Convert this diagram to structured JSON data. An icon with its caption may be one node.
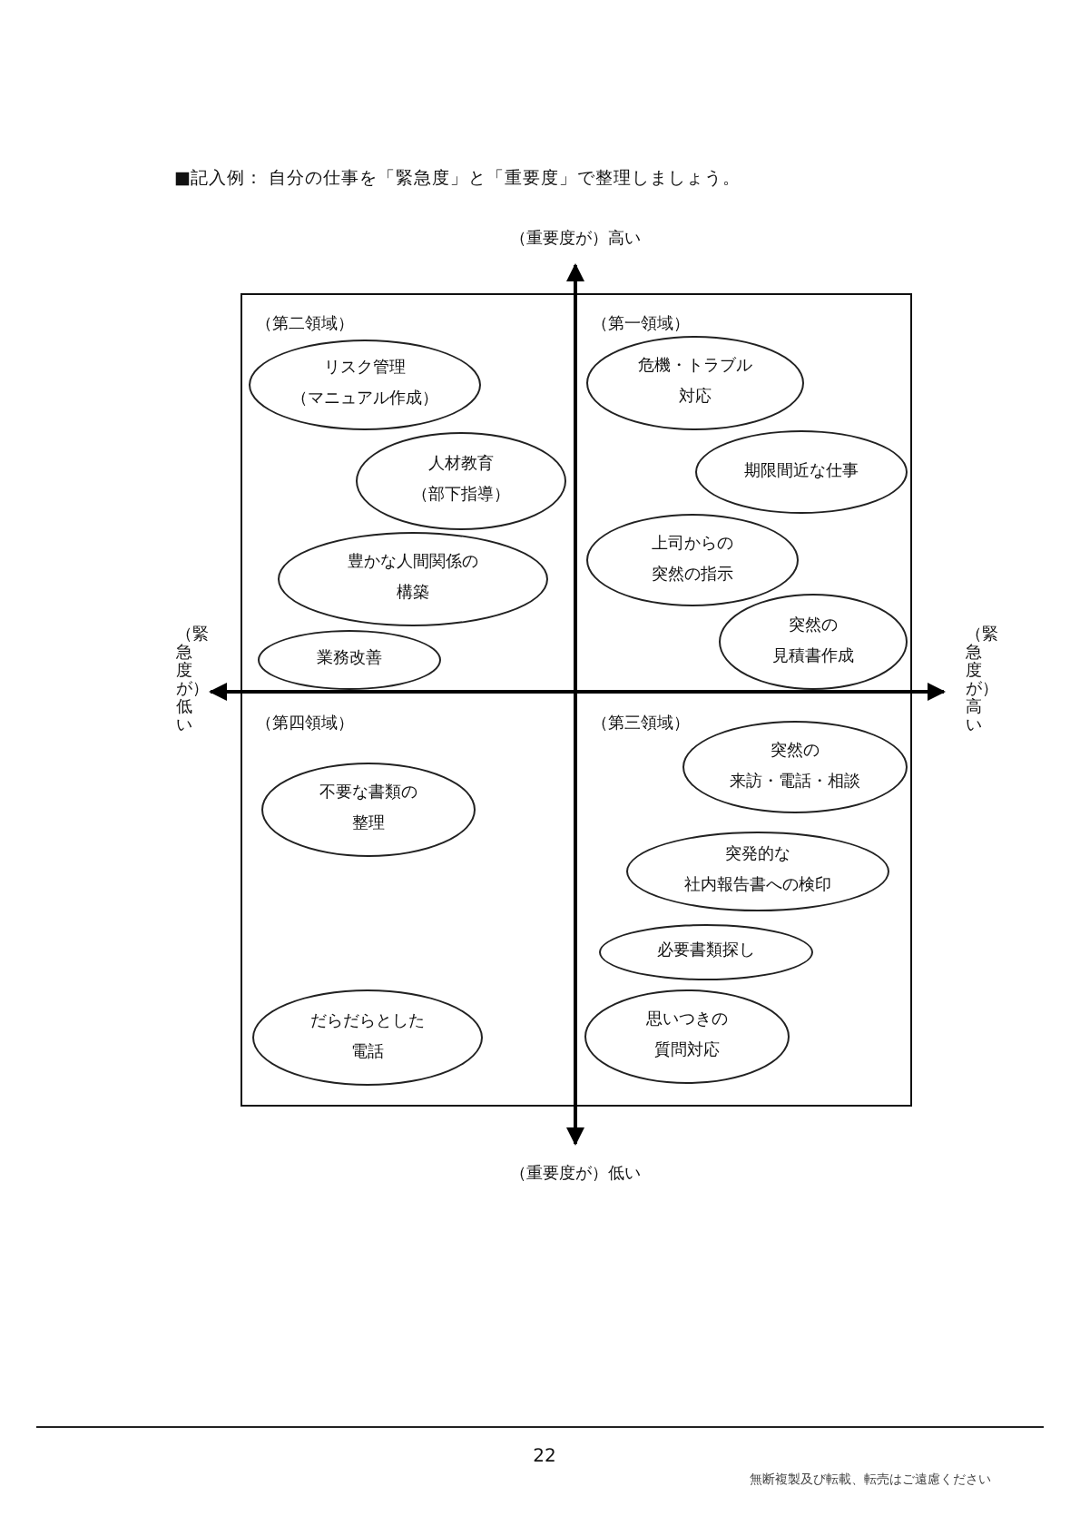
{
  "diagram": {
    "title": "■記入例： 自分の仕事を「緊急度」と「重要度」で整理しましょう。",
    "nodes": [
      {
        "text": [
          "リスク管理（マニュアル作成）"
        ]
      },
      {
        "text": [
          "人材教育（部下指導）"
        ]
      },
      {
        "text": [
          "豊かな人間関係の構築"
        ]
      },
      {
        "text": [
          "業務改善"
        ]
      },
      {
        "text": [
          "危機・トラブル対応"
        ]
      },
      {
        "text": [
          "期限間近な仕事"
        ]
      },
      {
        "text": [
          "上司からの突然の指示"
        ]
      },
      {
        "text": [
          "突然の見積書作成"
        ]
      },
      {
        "text": [
          "突然の来訪・電話・相談"
        ]
      },
      {
        "text": [
          "突発的な社内報告書への検印"
        ]
      },
      {
        "text": [
          "必要書類探し"
        ]
      },
      {
        "text": [
          "思いつきの質問対応"
        ]
      },
      {
        "text": [
          "不要な書類の整理"
        ]
      },
      {
        "text": [
          "だらだらとした電話"
        ]
      }
    ],
    "labels": [
      "（重要度が）高い",
      "（第二領域）",
      "（第一領域）",
      "（緊急度が）低い",
      "（緊急度が）高い",
      "（第四領域）",
      "（第三領域）",
      "（重要度が）低い",
      "22",
      "無断複製及び転載、転売はご遠慮ください"
    ]
  }
}
